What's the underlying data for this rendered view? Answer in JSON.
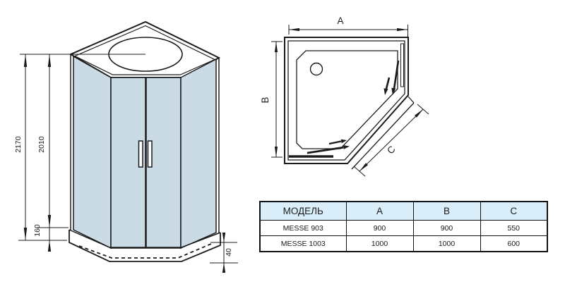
{
  "front_view": {
    "dim_total_height": "2170",
    "dim_door_height": "2010",
    "dim_tray_height": "160",
    "dim_tray_edge": "40"
  },
  "plan_view": {
    "dim_width": "A",
    "dim_depth": "B",
    "dim_door": "C"
  },
  "table": {
    "headers": {
      "model": "МОДЕЛЬ",
      "a": "A",
      "b": "B",
      "c": "C"
    },
    "rows": [
      {
        "model": "MESSE 903",
        "a": "900",
        "b": "900",
        "c": "550"
      },
      {
        "model": "MESSE 1003",
        "a": "1000",
        "b": "1000",
        "c": "600"
      }
    ]
  },
  "colors": {
    "glass": "#cbdbe6",
    "line": "#1b1b1b",
    "table_header_bg": "#daeefa"
  }
}
